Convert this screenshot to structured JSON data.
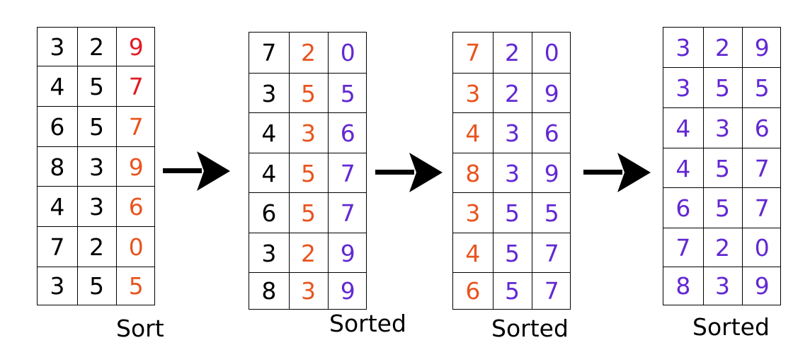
{
  "colors": {
    "black": "#000000",
    "red": "#e01b24",
    "orange": "#e8541f",
    "purple": "#6228d2"
  },
  "tables": [
    {
      "rows": [
        {
          "values": [
            "3",
            "2",
            "9"
          ],
          "colors": [
            "black",
            "black",
            "red"
          ]
        },
        {
          "values": [
            "4",
            "5",
            "7"
          ],
          "colors": [
            "black",
            "black",
            "red"
          ]
        },
        {
          "values": [
            "6",
            "5",
            "7"
          ],
          "colors": [
            "black",
            "black",
            "orange"
          ]
        },
        {
          "values": [
            "8",
            "3",
            "9"
          ],
          "colors": [
            "black",
            "black",
            "orange"
          ]
        },
        {
          "values": [
            "4",
            "3",
            "6"
          ],
          "colors": [
            "black",
            "black",
            "orange"
          ]
        },
        {
          "values": [
            "7",
            "2",
            "0"
          ],
          "colors": [
            "black",
            "black",
            "orange"
          ]
        },
        {
          "values": [
            "3",
            "5",
            "5"
          ],
          "colors": [
            "black",
            "black",
            "orange"
          ]
        }
      ],
      "caption": "Sort"
    },
    {
      "rows": [
        {
          "values": [
            "7",
            "2",
            "0"
          ],
          "colors": [
            "black",
            "orange",
            "purple"
          ]
        },
        {
          "values": [
            "3",
            "5",
            "5"
          ],
          "colors": [
            "black",
            "orange",
            "purple"
          ]
        },
        {
          "values": [
            "4",
            "3",
            "6"
          ],
          "colors": [
            "black",
            "orange",
            "purple"
          ]
        },
        {
          "values": [
            "4",
            "5",
            "7"
          ],
          "colors": [
            "black",
            "orange",
            "purple"
          ]
        },
        {
          "values": [
            "6",
            "5",
            "7"
          ],
          "colors": [
            "black",
            "orange",
            "purple"
          ]
        },
        {
          "values": [
            "3",
            "2",
            "9"
          ],
          "colors": [
            "black",
            "orange",
            "purple"
          ]
        },
        {
          "values": [
            "8",
            "3",
            "9"
          ],
          "colors": [
            "black",
            "orange",
            "purple"
          ]
        }
      ],
      "caption": "Sorted"
    },
    {
      "rows": [
        {
          "values": [
            "7",
            "2",
            "0"
          ],
          "colors": [
            "orange",
            "purple",
            "purple"
          ]
        },
        {
          "values": [
            "3",
            "2",
            "9"
          ],
          "colors": [
            "orange",
            "purple",
            "purple"
          ]
        },
        {
          "values": [
            "4",
            "3",
            "6"
          ],
          "colors": [
            "orange",
            "purple",
            "purple"
          ]
        },
        {
          "values": [
            "8",
            "3",
            "9"
          ],
          "colors": [
            "orange",
            "purple",
            "purple"
          ]
        },
        {
          "values": [
            "3",
            "5",
            "5"
          ],
          "colors": [
            "orange",
            "purple",
            "purple"
          ]
        },
        {
          "values": [
            "4",
            "5",
            "7"
          ],
          "colors": [
            "orange",
            "purple",
            "purple"
          ]
        },
        {
          "values": [
            "6",
            "5",
            "7"
          ],
          "colors": [
            "orange",
            "purple",
            "purple"
          ]
        }
      ],
      "caption": "Sorted"
    },
    {
      "rows": [
        {
          "values": [
            "3",
            "2",
            "9"
          ],
          "colors": [
            "purple",
            "purple",
            "purple"
          ]
        },
        {
          "values": [
            "3",
            "5",
            "5"
          ],
          "colors": [
            "purple",
            "purple",
            "purple"
          ]
        },
        {
          "values": [
            "4",
            "3",
            "6"
          ],
          "colors": [
            "purple",
            "purple",
            "purple"
          ]
        },
        {
          "values": [
            "4",
            "5",
            "7"
          ],
          "colors": [
            "purple",
            "purple",
            "purple"
          ]
        },
        {
          "values": [
            "6",
            "5",
            "7"
          ],
          "colors": [
            "purple",
            "purple",
            "purple"
          ]
        },
        {
          "values": [
            "7",
            "2",
            "0"
          ],
          "colors": [
            "purple",
            "purple",
            "purple"
          ]
        },
        {
          "values": [
            "8",
            "3",
            "9"
          ],
          "colors": [
            "purple",
            "purple",
            "purple"
          ]
        }
      ],
      "caption": "Sorted"
    }
  ],
  "arrows": [
    {
      "icon": "right-arrow-icon"
    },
    {
      "icon": "right-arrow-icon"
    },
    {
      "icon": "right-arrow-icon"
    }
  ]
}
